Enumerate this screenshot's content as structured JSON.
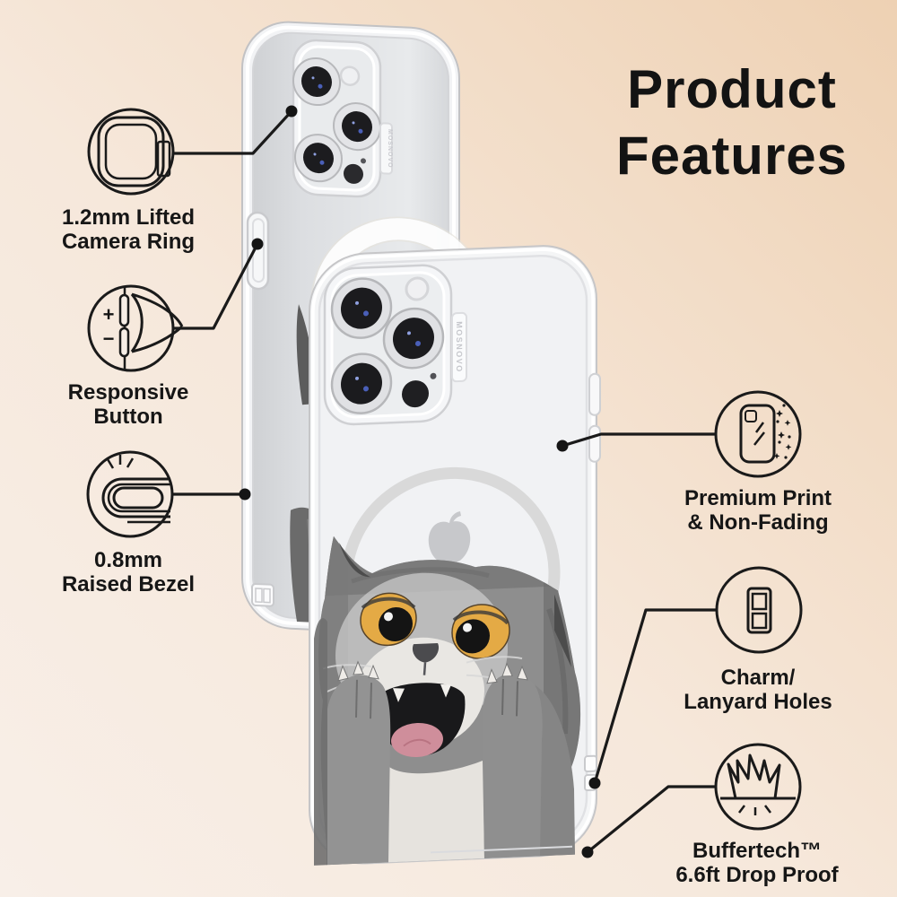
{
  "title": {
    "line1": "Product",
    "line2": "Features"
  },
  "brand_label": "MOSNOVO",
  "callouts": {
    "camera_ring": {
      "line1": "1.2mm Lifted",
      "line2": "Camera Ring"
    },
    "responsive_button": {
      "line1": "Responsive",
      "line2": "Button",
      "plus": "+",
      "minus": "−"
    },
    "raised_bezel": {
      "line1": "0.8mm",
      "line2": "Raised Bezel"
    },
    "premium_print": {
      "line1": "Premium Print",
      "line2": "& Non-Fading"
    },
    "charm_holes": {
      "line1": "Charm/",
      "line2": "Lanyard Holes"
    },
    "drop_proof": {
      "line1": "Buffertech™",
      "line2": "6.6ft Drop Proof"
    }
  },
  "colors": {
    "background_light": "#f9f1ea",
    "background_peach": "#eed1b3",
    "ink": "#1a1a1a",
    "phone_silver": "#dcdee1",
    "cat_gray": "#8e8e8e",
    "eye_amber": "#e4aa45",
    "tongue_pink": "#cf8e9b"
  }
}
